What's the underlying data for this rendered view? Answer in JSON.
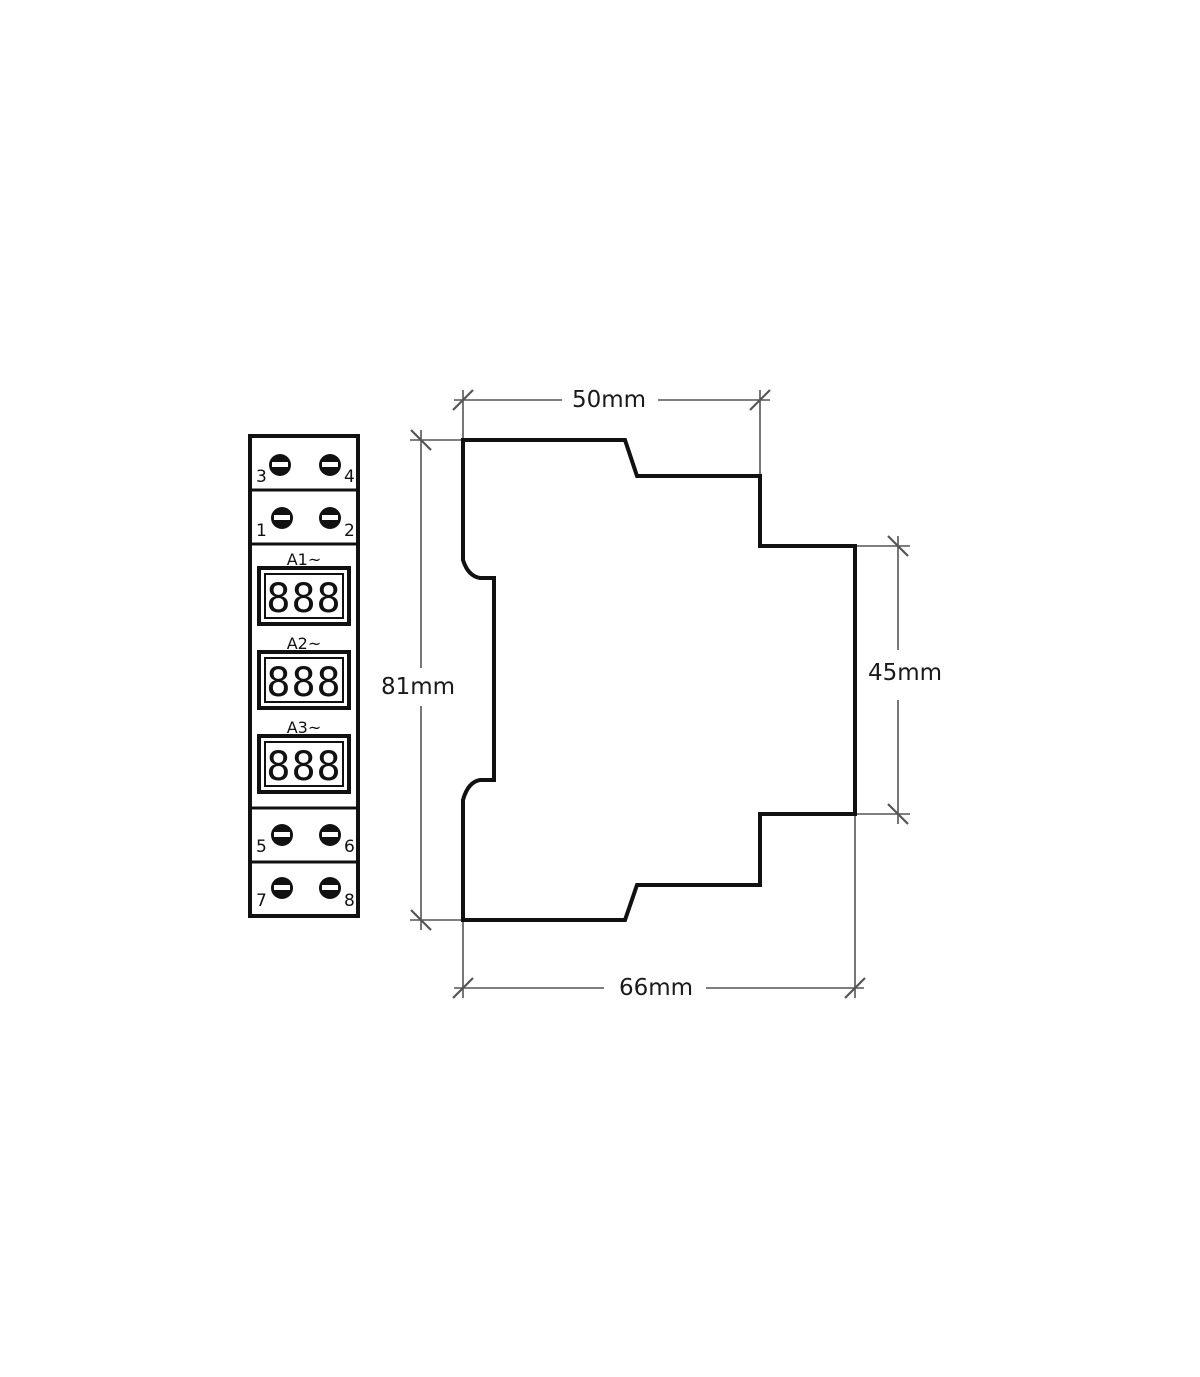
{
  "dimensions": {
    "top_width": "50mm",
    "left_height": "81mm",
    "right_height": "45mm",
    "bottom_width": "66mm"
  },
  "front_panel": {
    "terminal_rows": [
      {
        "left": "3",
        "right": "4"
      },
      {
        "left": "1",
        "right": "2"
      },
      {
        "left": "5",
        "right": "6"
      },
      {
        "left": "7",
        "right": "8"
      }
    ],
    "channels": [
      {
        "label": "A1~",
        "display": "888"
      },
      {
        "label": "A2~",
        "display": "888"
      },
      {
        "label": "A3~",
        "display": "888"
      }
    ]
  },
  "colors": {
    "line": "#111111",
    "dim_line": "#555555"
  },
  "icons": {
    "terminal": "screw-terminal-icon"
  }
}
